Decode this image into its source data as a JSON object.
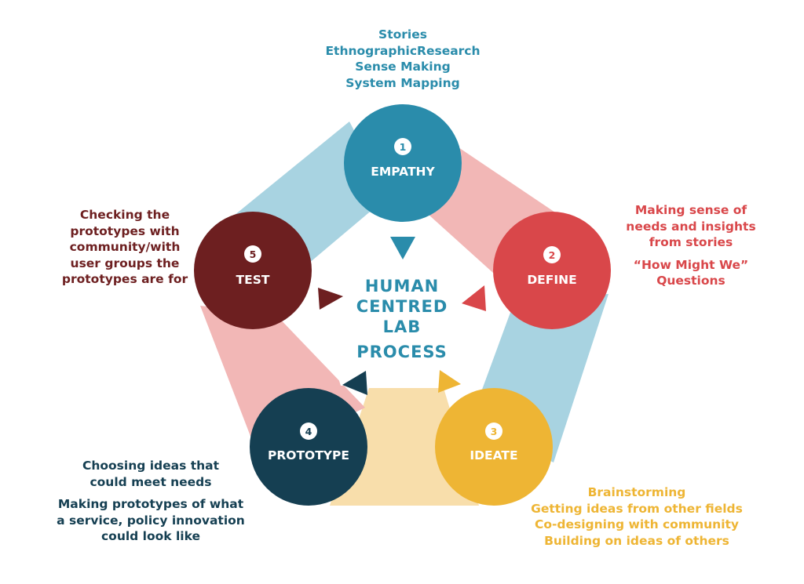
{
  "colors": {
    "empathy": "#2a8cab",
    "define": "#d9474a",
    "ideate": "#eeb534",
    "prototype": "#153f52",
    "test": "#6d1f20",
    "band_blue": "#a8d3e1",
    "band_pink": "#f2b7b6",
    "band_yellow": "#f8deab",
    "center_text": "#2a8cab"
  },
  "center": {
    "line1": "HUMAN",
    "line2": "CENTRED",
    "line3": "LAB",
    "line4": "PROCESS"
  },
  "steps": {
    "empathy": {
      "number": "1",
      "name": "EMPATHY"
    },
    "define": {
      "number": "2",
      "name": "DEFINE"
    },
    "ideate": {
      "number": "3",
      "name": "IDEATE"
    },
    "prototype": {
      "number": "4",
      "name": "PROTOTYPE"
    },
    "test": {
      "number": "5",
      "name": "TEST"
    }
  },
  "notes": {
    "empathy": [
      "Stories",
      "EthnographicResearch",
      "Sense Making",
      "System Mapping"
    ],
    "define": {
      "block1": [
        "Making sense of",
        "needs and insights",
        "from stories"
      ],
      "block2": [
        "“How Might We”",
        "Questions"
      ]
    },
    "ideate": [
      "Brainstorming",
      "Getting ideas from other fields",
      "Co-designing with community",
      "Building on ideas of others"
    ],
    "prototype": {
      "block1": [
        "Choosing ideas that",
        "could meet needs"
      ],
      "block2": [
        "Making prototypes of what",
        "a service, policy innovation",
        "could look like"
      ]
    },
    "test": [
      "Checking the",
      "prototypes with",
      "community/with",
      "user groups the",
      "prototypes are for"
    ]
  }
}
